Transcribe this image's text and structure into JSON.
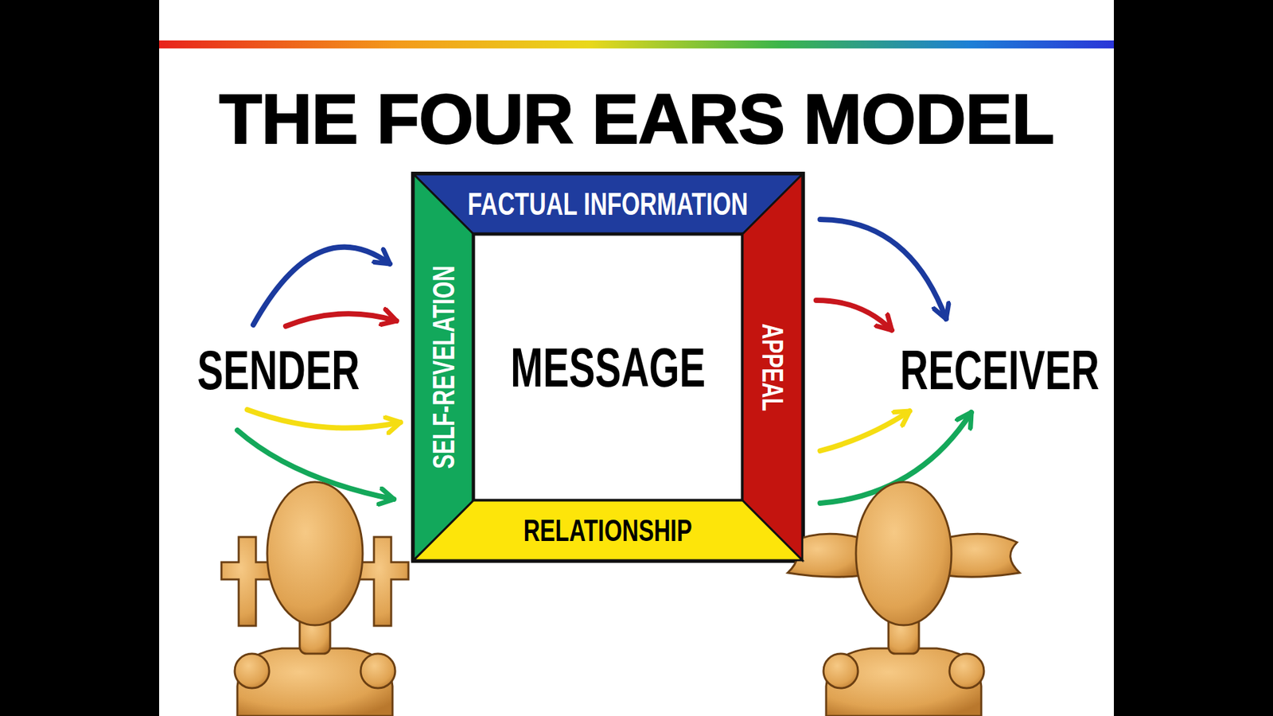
{
  "diagram": {
    "title": "THE FOUR EARS MODEL",
    "nodes": [
      {
        "text": [
          "FACTUAL INFORMATION"
        ]
      },
      {
        "text": [
          "SELF-REVELATION"
        ]
      },
      {
        "text": [
          "MESSAGE"
        ]
      },
      {
        "text": [
          "APPEAL"
        ]
      },
      {
        "text": [
          "RELATIONSHIP"
        ]
      }
    ],
    "labels": [
      "SENDER",
      "RECEIVER"
    ]
  }
}
